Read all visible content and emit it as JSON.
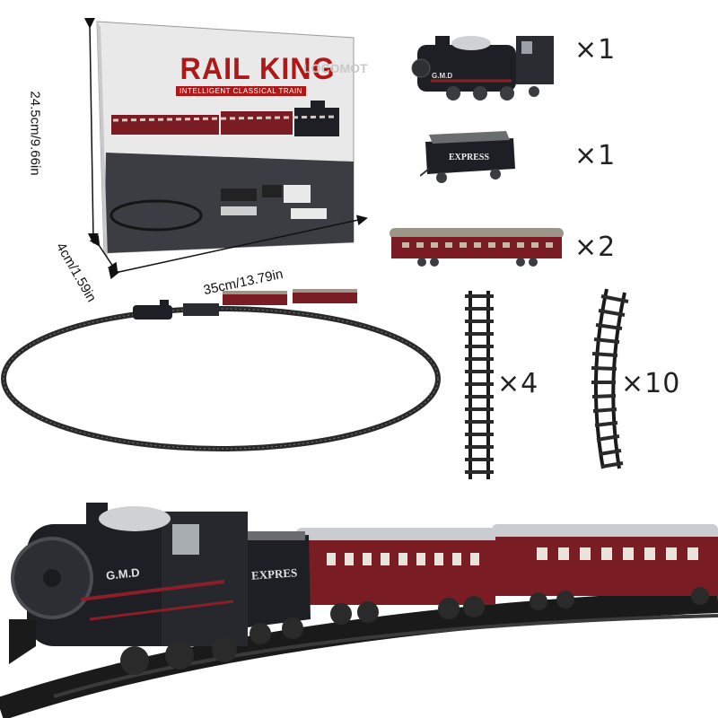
{
  "box": {
    "brand": "RAIL KING",
    "brand_partial": "LOCOMOT",
    "subtitle": "INTELLIGENT CLASSICAL TRAIN",
    "height_label": "24.5cm/9.66in",
    "depth_label": "4cm/1.59in",
    "width_label": "35cm/13.79in"
  },
  "parts": [
    {
      "name": "locomotive",
      "qty": "×1",
      "badge": "G.M.D"
    },
    {
      "name": "tender",
      "qty": "×1",
      "badge": "EXPRESS"
    },
    {
      "name": "passenger-car",
      "qty": "×2"
    },
    {
      "name": "straight-track",
      "qty": "×4"
    },
    {
      "name": "curved-track",
      "qty": "×10"
    }
  ],
  "photo": {
    "loco_badge": "G.M.D",
    "tender_badge": "EXPRES"
  },
  "colors": {
    "train_red": "#7a1c24",
    "loco_black": "#1d1f24",
    "track": "#2a2a2a",
    "brand_red": "#b01818"
  }
}
